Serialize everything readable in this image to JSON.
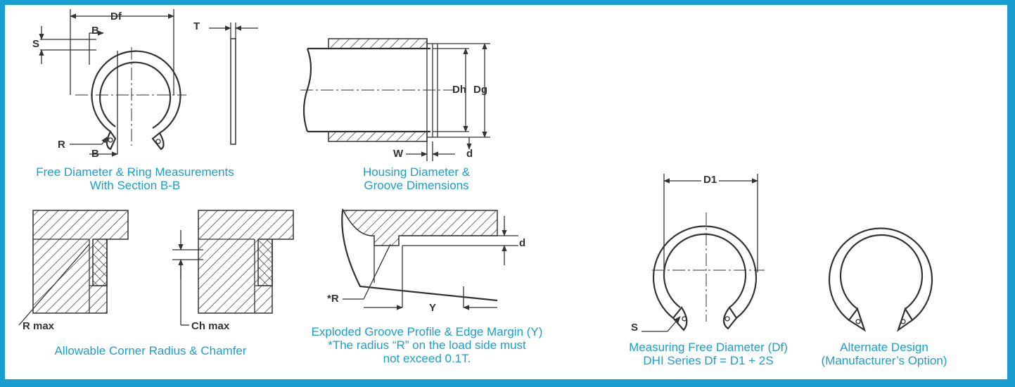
{
  "captions": {
    "free_diameter": [
      "Free Diameter & Ring Measurements",
      "With Section B-B"
    ],
    "housing": [
      "Housing Diameter &",
      "Groove Dimensions"
    ],
    "corner": [
      "Allowable Corner Radius & Chamfer"
    ],
    "groove_profile": [
      "Exploded Groove Profile & Edge Margin (Y)",
      "*The radius “R” on the load side must",
      "not exceed 0.1T."
    ],
    "measuring": [
      "Measuring Free Diameter (Df)",
      "DHI Series Df = D1 + 2S"
    ],
    "alternate": [
      "Alternate Design",
      "(Manufacturer’s Option)"
    ]
  },
  "labels": {
    "df": "Df",
    "b_top": "B",
    "s": "S",
    "r": "R",
    "b_bottom": "B",
    "t": "T",
    "dh": "Dh",
    "dg": "Dg",
    "w": "W",
    "d_housing": "d",
    "r_max": "R max",
    "ch_max": "Ch max",
    "r_star": "*R",
    "y": "Y",
    "d_profile": "d",
    "d1": "D1",
    "s_measure": "S"
  },
  "colors": {
    "frame": "#1a9ed0",
    "caption": "#1a9ed0",
    "drawing": "#333333"
  }
}
